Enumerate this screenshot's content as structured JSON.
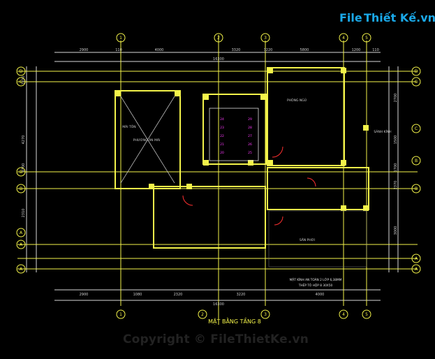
{
  "logo": {
    "part1": "File",
    "part2": "Thiết Kế.vn"
  },
  "copyright": "Copyright © FileThietKe.vn",
  "title": "MẶT BẰNG TẦNG 8",
  "top_dims": [
    "2900",
    "110",
    "4000",
    "3320",
    "3220",
    "5800",
    "1200",
    "110"
  ],
  "top_total": "16300",
  "bottom_dims": [
    "2900",
    "1080",
    "2320",
    "3220",
    "4000"
  ],
  "bottom_total": "16300",
  "left_dims": [
    "1100",
    "4270",
    "9700",
    "2310"
  ],
  "right_dims": [
    "2700",
    "1500",
    "1700",
    "2370",
    "3000"
  ],
  "grid_top": [
    "1",
    "2",
    "3",
    "4",
    "5"
  ],
  "grid_bottom": [
    "1",
    "2",
    "3",
    "4",
    "5"
  ],
  "grid_left": [
    "D",
    "C",
    "B",
    "B",
    "A",
    "A",
    "A"
  ],
  "grid_right": [
    "D",
    "C",
    "C",
    "B",
    "B",
    "A",
    "A"
  ],
  "room_labels": {
    "roof": "MÁI TÔN",
    "roof_slope": "PHƯƠNG ÁN MÁI",
    "bedroom": "PHÒNG NGỦ",
    "bath": "SẢNH KÍNH",
    "balcony": "SÂN PHƠI",
    "note1": "MẶT KÍNH AN TOÀN 2 LỚP 6,38MM",
    "note2": "THÉP TÔ HỘP 8 30X50"
  },
  "stair_steps": [
    "20",
    "21",
    "22",
    "23",
    "24",
    "25",
    "26",
    "27",
    "28",
    "29"
  ],
  "colors": {
    "grid": "#f3f34a",
    "dim": "#e8e8e8",
    "wall": "#f3f34a",
    "text": "#cfcfcf",
    "magenta": "#ff3cff",
    "red": "#ff3030",
    "cyan": "#2ad6e6"
  }
}
